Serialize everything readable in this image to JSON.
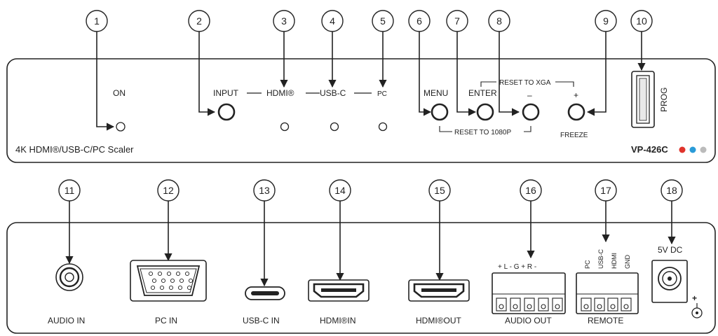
{
  "front": {
    "title": "4K HDMI®/USB-C/PC Scaler",
    "model": "VP-426C",
    "labels": {
      "on": "ON",
      "input": "INPUT",
      "hdmi": "HDMI®",
      "usbc": "USB-C",
      "pc": "PC",
      "menu": "MENU",
      "enter": "ENTER",
      "minus": "–",
      "plus": "+",
      "reset_xga": "RESET TO XGA",
      "reset_1080p": "RESET TO 1080P",
      "freeze": "FREEZE",
      "prog": "PROG"
    },
    "brand_colors": [
      "#e0342c",
      "#2a9bd8",
      "#bbbbbb"
    ]
  },
  "rear": {
    "labels": {
      "audio_in": "AUDIO IN",
      "pc_in": "PC IN",
      "usbc_in": "USB-C IN",
      "hdmi_in": "HDMI®IN",
      "hdmi_out": "HDMI®OUT",
      "audio_out": "AUDIO OUT",
      "audio_pins": "+ L -   G  + R -",
      "remote": "REMOTE",
      "remote_pins": [
        "PC",
        "USB-C",
        "HDMI",
        "GND"
      ],
      "dc": "5V DC",
      "plus_sign": "+"
    }
  },
  "callouts": [
    "1",
    "2",
    "3",
    "4",
    "5",
    "6",
    "7",
    "8",
    "9",
    "10",
    "11",
    "12",
    "13",
    "14",
    "15",
    "16",
    "17",
    "18"
  ]
}
